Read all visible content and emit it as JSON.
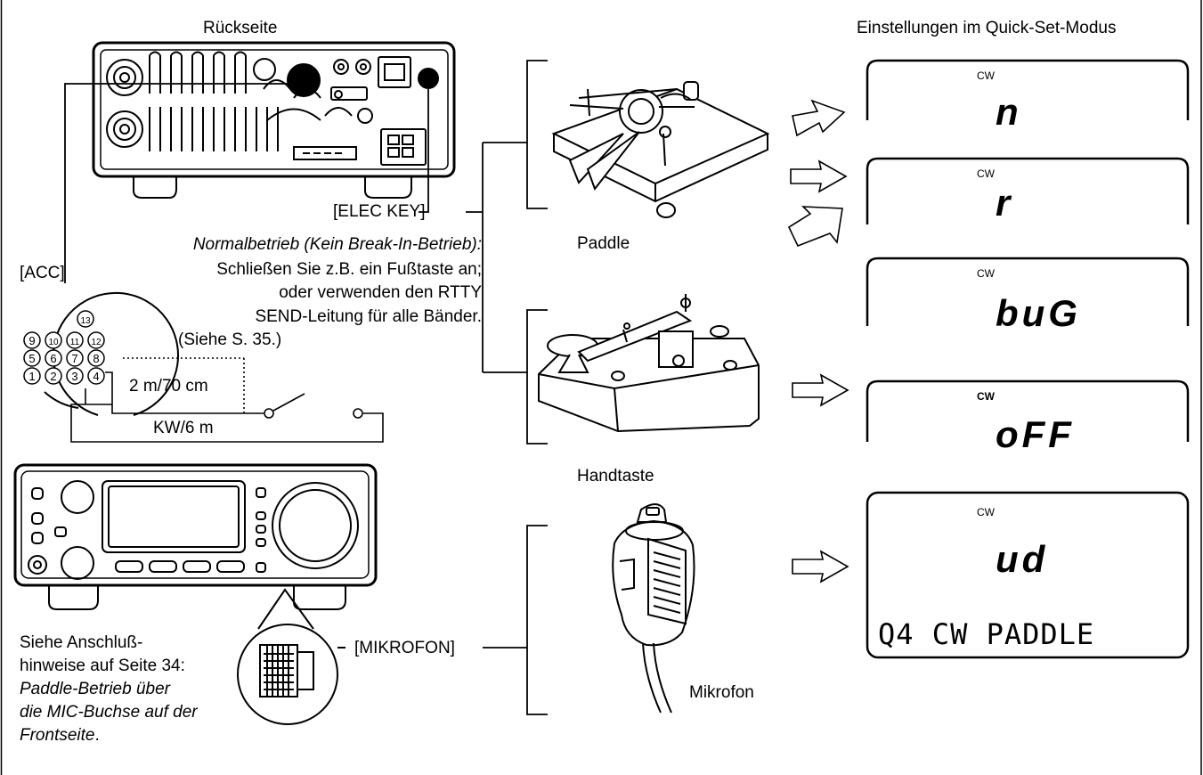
{
  "rear": {
    "title": "Rückseite",
    "elec_key_label": "[ELEC KEY]",
    "acc_label": "[ACC]",
    "normal_op_title": "Normalbetrieb (Kein Break-In-Betrieb):",
    "normal_op_lines": [
      "Schließen Sie z.B. ein Fußtaste an;",
      "oder verwenden den RTTY",
      "SEND-Leitung für alle Bänder.",
      "(Siehe S. 35.)"
    ],
    "acc_pins": [
      "13",
      "9",
      "10",
      "11",
      "12",
      "5",
      "6",
      "7",
      "8",
      "1",
      "2",
      "3",
      "4"
    ],
    "band_2m": "2 m/70 cm",
    "band_hf": "KW/6 m"
  },
  "front": {
    "note_lines": [
      "Siehe Anschluß-",
      "hinweise auf Seite 34:"
    ],
    "note_italic_lines": [
      "Paddle-Betrieb über",
      "die MIC-Buchse auf der",
      "Frontseite"
    ],
    "note_end": ".",
    "mic_jack_label": "[MIKROFON]"
  },
  "devices": {
    "paddle": "Paddle",
    "straight_key": "Handtaste",
    "microphone": "Mikrofon"
  },
  "quick_set": {
    "title": "Einstellungen im Quick-Set-Modus",
    "mode_label": "CW",
    "displays": [
      "n",
      "r",
      "buG",
      "oFF",
      "ud"
    ],
    "bottom_text": "Q4 CW PADDLE"
  }
}
